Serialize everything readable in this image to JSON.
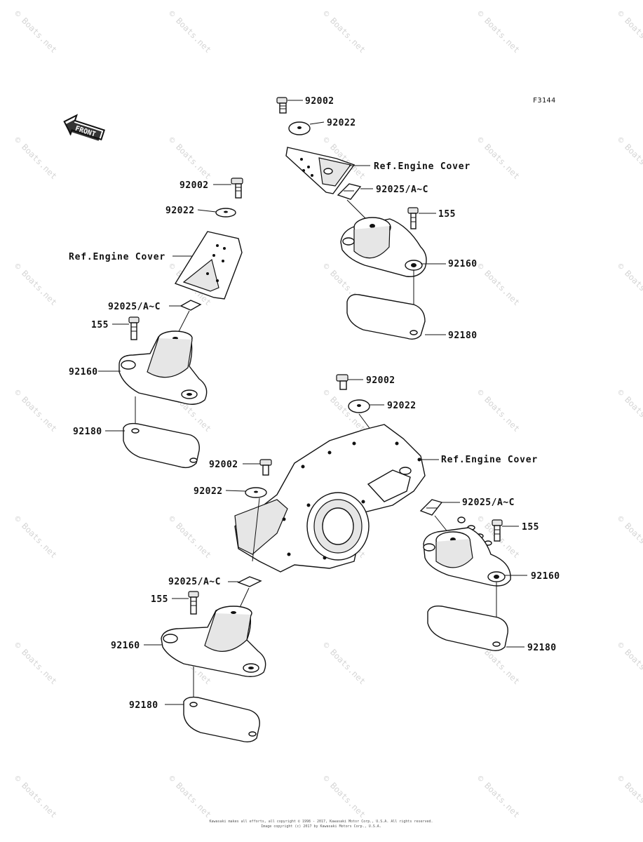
{
  "diagram": {
    "figure_number": "F3144",
    "front_indicator": "FRONT",
    "footer_line1": "Kawasaki makes all efforts, all copyright © 1998 - 2017, Kawasaki Motor Corp., U.S.A. All rights reserved.",
    "footer_line2": "Image copyright (c) 2017 by Kawasaki Motors Corp., U.S.A.",
    "watermark": "© Boats.net",
    "callouts": {
      "top_bolt": "92002",
      "top_washer": "92022",
      "top_ref": "Ref.Engine Cover",
      "top_clip": "92025/A~C",
      "top_screw": "155",
      "top_mount": "92160",
      "top_gasket": "92180",
      "left_bolt": "92002",
      "left_washer": "92022",
      "left_ref": "Ref.Engine Cover",
      "left_clip": "92025/A~C",
      "left_screw": "155",
      "left_mount": "92160",
      "left_gasket": "92180",
      "center_bolt": "92002",
      "center_washer": "92022",
      "center_ref": "Ref.Engine Cover",
      "right_clip": "92025/A~C",
      "right_screw": "155",
      "right_mount": "92160",
      "right_gasket": "92180",
      "lower_bolt": "92002",
      "lower_washer": "92022",
      "lower_clip": "92025/A~C",
      "lower_screw": "155",
      "lower_mount": "92160",
      "lower_gasket": "92180"
    }
  }
}
